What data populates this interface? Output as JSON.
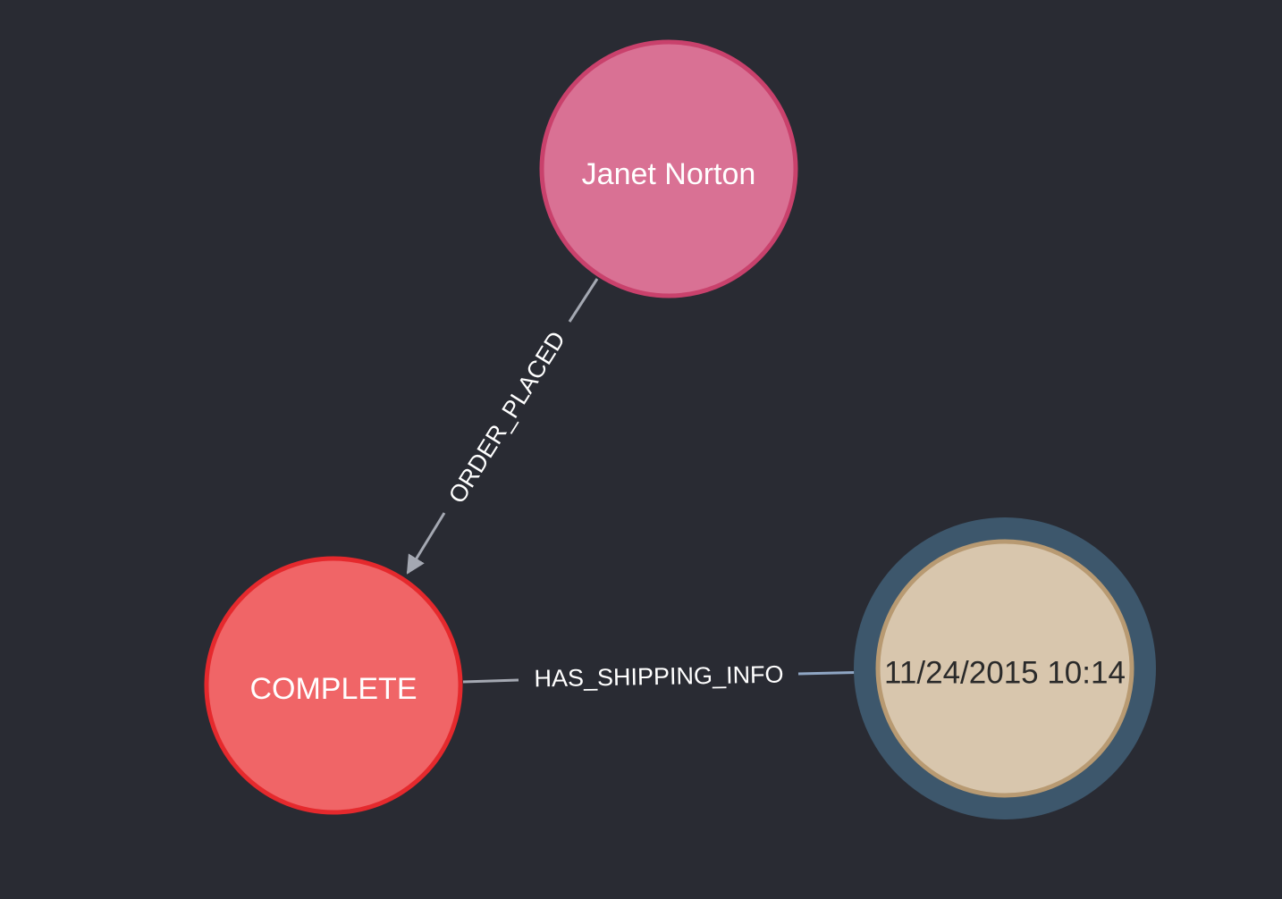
{
  "graph": {
    "background": "#292b33",
    "nodes": [
      {
        "id": "person",
        "label": "Janet Norton",
        "fill": "#d97194",
        "stroke": "#c9416c",
        "text_color": "#ffffff"
      },
      {
        "id": "status",
        "label": "COMPLETE",
        "fill": "#f06567",
        "stroke": "#e5292d",
        "text_color": "#ffffff"
      },
      {
        "id": "shipping",
        "label": "11/24/2015 10:14",
        "fill": "#d8c6ad",
        "stroke": "#b89a72",
        "text_color": "#2a2a2a",
        "selected": true,
        "halo_color": "#3d576c"
      }
    ],
    "relationships": [
      {
        "id": "order-placed",
        "type": "ORDER_PLACED",
        "from": "person",
        "to": "status"
      },
      {
        "id": "has-shipping-info",
        "type": "HAS_SHIPPING_INFO",
        "from": "status",
        "to": "shipping"
      }
    ]
  }
}
